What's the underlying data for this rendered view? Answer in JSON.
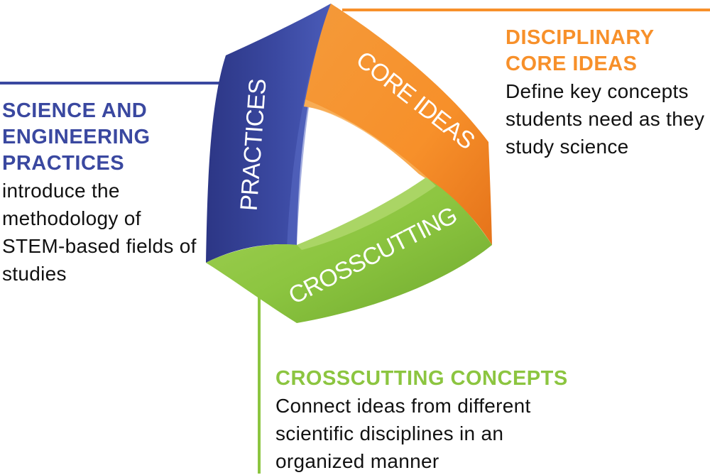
{
  "colors": {
    "practices": "#3a48a0",
    "practices_dark": "#2c3685",
    "core": "#f7902a",
    "core_dark": "#e5731a",
    "crosscutting": "#8cc540",
    "crosscutting_dark": "#6ea82d"
  },
  "diagram": {
    "practices_label": "PRACTICES",
    "core_label": "CORE IDEAS",
    "crosscutting_label": "CROSSCUTTING"
  },
  "callouts": {
    "practices": {
      "title_lines": [
        "SCIENCE AND",
        "ENGINEERING",
        "PRACTICES"
      ],
      "description": "introduce the methodology of STEM-based fields of studies"
    },
    "core": {
      "title_lines": [
        "DISCIPLINARY",
        "CORE IDEAS"
      ],
      "description": "Define key concepts students need as they study science"
    },
    "crosscutting": {
      "title_lines": [
        "CROSSCUTTING CONCEPTS"
      ],
      "description": "Connect ideas from different scientific disciplines in an organized manner"
    }
  }
}
